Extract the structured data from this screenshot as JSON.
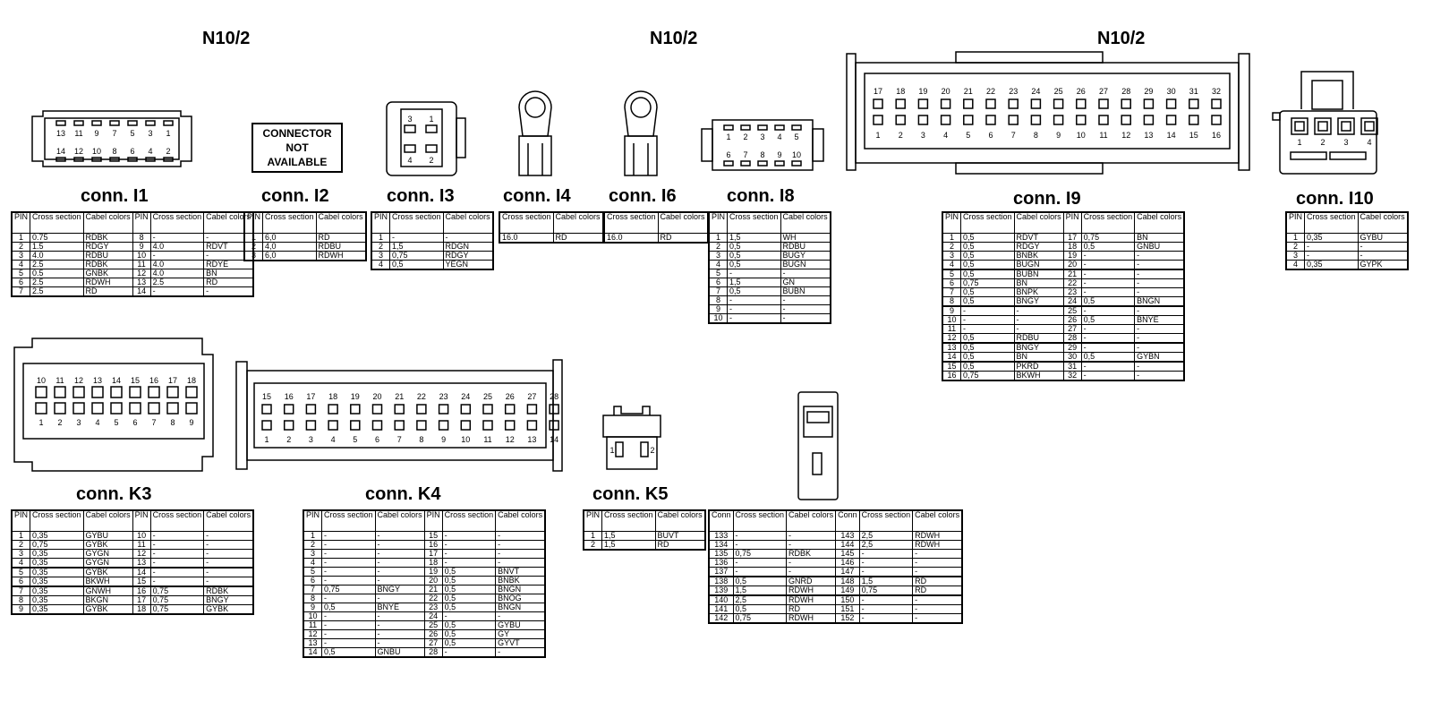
{
  "headers": [
    "N10/2",
    "N10/2",
    "N10/2"
  ],
  "not_available": {
    "line1": "CONNECTOR",
    "line2": "NOT",
    "line3": "AVAILABLE"
  },
  "colhead": {
    "pin": "PIN",
    "conn": "Conn",
    "cross": "Cross section",
    "cabel": "Cabel colors"
  },
  "connectors": {
    "I1": {
      "name": "conn. I1",
      "pins_top": [
        "13",
        "11",
        "9",
        "7",
        "5",
        "3",
        "1"
      ],
      "pins_bottom": [
        "14",
        "12",
        "10",
        "8",
        "6",
        "4",
        "2"
      ],
      "rows": [
        [
          "1",
          "0.75",
          "RDBK",
          "8",
          "-",
          "-"
        ],
        [
          "2",
          "1.5",
          "RDGY",
          "9",
          "4.0",
          "RDVT"
        ],
        [
          "3",
          "4.0",
          "RDBU",
          "10",
          "-",
          "-"
        ],
        [
          "4",
          "2.5",
          "RDBK",
          "11",
          "4.0",
          "RDYE"
        ],
        [
          "5",
          "0.5",
          "GNBK",
          "12",
          "4.0",
          "BN"
        ],
        [
          "6",
          "2.5",
          "RDWH",
          "13",
          "2.5",
          "RD"
        ],
        [
          "7",
          "2.5",
          "RD",
          "14",
          "-",
          "-"
        ]
      ]
    },
    "I2": {
      "name": "conn. I2",
      "rows": [
        [
          "1",
          "6,0",
          "RD"
        ],
        [
          "2",
          "4,0",
          "RDBU"
        ],
        [
          "3",
          "6,0",
          "RDWH"
        ]
      ]
    },
    "I3": {
      "name": "conn. I3",
      "pins": [
        "3",
        "1",
        "4",
        "2"
      ],
      "rows": [
        [
          "1",
          "-",
          "-"
        ],
        [
          "2",
          "1,5",
          "RDGN"
        ],
        [
          "3",
          "0,75",
          "RDGY"
        ],
        [
          "4",
          "0,5",
          "YEGN"
        ]
      ]
    },
    "I4": {
      "name": "conn. I4",
      "rows": [
        [
          "16.0",
          "RD"
        ]
      ]
    },
    "I6": {
      "name": "conn. I6",
      "rows": [
        [
          "16.0",
          "RD"
        ]
      ]
    },
    "I8": {
      "name": "conn. I8",
      "pins_top": [
        "1",
        "2",
        "3",
        "4",
        "5"
      ],
      "pins_bottom": [
        "6",
        "7",
        "8",
        "9",
        "10"
      ],
      "rows": [
        [
          "1",
          "1,5",
          "WH"
        ],
        [
          "2",
          "0,5",
          "RDBU"
        ],
        [
          "3",
          "0,5",
          "BUGY"
        ],
        [
          "4",
          "0,5",
          "BUGN"
        ],
        [
          "5",
          "-",
          "-"
        ],
        [
          "6",
          "1,5",
          "GN"
        ],
        [
          "7",
          "0,5",
          "BUBN"
        ],
        [
          "8",
          "-",
          "-"
        ],
        [
          "9",
          "-",
          "-"
        ],
        [
          "10",
          "-",
          "-"
        ]
      ]
    },
    "I9": {
      "name": "conn. I9",
      "pins_top": [
        "17",
        "18",
        "19",
        "20",
        "21",
        "22",
        "23",
        "24",
        "25",
        "26",
        "27",
        "28",
        "29",
        "30",
        "31",
        "32"
      ],
      "pins_bottom": [
        "1",
        "2",
        "3",
        "4",
        "5",
        "6",
        "7",
        "8",
        "9",
        "10",
        "11",
        "12",
        "13",
        "14",
        "15",
        "16"
      ],
      "rows": [
        [
          "1",
          "0,5",
          "RDVT",
          "17",
          "0,75",
          "BN"
        ],
        [
          "2",
          "0,5",
          "RDGY",
          "18",
          "0,5",
          "GNBU"
        ],
        [
          "3",
          "0,5",
          "BNBK",
          "19",
          "-",
          "-"
        ],
        [
          "4",
          "0,5",
          "BUGN",
          "20",
          "-",
          "-"
        ],
        [
          "5",
          "0,5",
          "BUBN",
          "21",
          "-",
          "-"
        ],
        [
          "6",
          "0,75",
          "BN",
          "22",
          "-",
          "-"
        ],
        [
          "7",
          "0,5",
          "BNPK",
          "23",
          "-",
          "-"
        ],
        [
          "8",
          "0,5",
          "BNGY",
          "24",
          "0,5",
          "BNGN"
        ],
        [
          "9",
          "-",
          "-",
          "25",
          "-",
          "-"
        ],
        [
          "10",
          "-",
          "-",
          "26",
          "0,5",
          "BNYE"
        ],
        [
          "11",
          "-",
          "-",
          "27",
          "-",
          "-"
        ],
        [
          "12",
          "0,5",
          "RDBU",
          "28",
          "-",
          "-"
        ],
        [
          "13",
          "0,5",
          "BNGY",
          "29",
          "-",
          "-"
        ],
        [
          "14",
          "0,5",
          "BN",
          "30",
          "0,5",
          "GYBN"
        ],
        [
          "15",
          "0,5",
          "PKRD",
          "31",
          "-",
          "-"
        ],
        [
          "16",
          "0,75",
          "BKWH",
          "32",
          "-",
          "-"
        ]
      ]
    },
    "I10": {
      "name": "conn. I10",
      "pins": [
        "1",
        "2",
        "3",
        "4"
      ],
      "rows": [
        [
          "1",
          "0,35",
          "GYBU"
        ],
        [
          "2",
          "-",
          "-"
        ],
        [
          "3",
          "-",
          "-"
        ],
        [
          "4",
          "0,35",
          "GYPK"
        ]
      ]
    },
    "K3": {
      "name": "conn. K3",
      "pins_top": [
        "10",
        "11",
        "12",
        "13",
        "14",
        "15",
        "16",
        "17",
        "18"
      ],
      "pins_bottom": [
        "1",
        "2",
        "3",
        "4",
        "5",
        "6",
        "7",
        "8",
        "9"
      ],
      "rows": [
        [
          "1",
          "0,35",
          "GYBU",
          "10",
          "-",
          "-"
        ],
        [
          "2",
          "0,75",
          "GYBK",
          "11",
          "-",
          "-"
        ],
        [
          "3",
          "0,35",
          "GYGN",
          "12",
          "-",
          "-"
        ],
        [
          "4",
          "0,35",
          "GYGN",
          "13",
          "-",
          "-"
        ],
        [
          "5",
          "0,35",
          "GYBK",
          "14",
          "-",
          "-"
        ],
        [
          "6",
          "0,35",
          "BKWH",
          "15",
          "-",
          "-"
        ],
        [
          "7",
          "0,35",
          "GNWH",
          "16",
          "0,75",
          "RDBK"
        ],
        [
          "8",
          "0,35",
          "BKGN",
          "17",
          "0,75",
          "BNGY"
        ],
        [
          "9",
          "0,35",
          "GYBK",
          "18",
          "0,75",
          "GYBK"
        ]
      ]
    },
    "K4": {
      "name": "conn. K4",
      "pins_top": [
        "15",
        "16",
        "17",
        "18",
        "19",
        "20",
        "21",
        "22",
        "23",
        "24",
        "25",
        "26",
        "27",
        "28"
      ],
      "pins_bottom": [
        "1",
        "2",
        "3",
        "4",
        "5",
        "6",
        "7",
        "8",
        "9",
        "10",
        "11",
        "12",
        "13",
        "14"
      ],
      "rows": [
        [
          "1",
          "-",
          "-",
          "15",
          "-",
          "-"
        ],
        [
          "2",
          "-",
          "-",
          "16",
          "-",
          "-"
        ],
        [
          "3",
          "-",
          "-",
          "17",
          "-",
          "-"
        ],
        [
          "4",
          "-",
          "-",
          "18",
          "-",
          "-"
        ],
        [
          "5",
          "-",
          "-",
          "19",
          "0,5",
          "BNVT"
        ],
        [
          "6",
          "-",
          "-",
          "20",
          "0,5",
          "BNBK"
        ],
        [
          "7",
          "0,75",
          "BNGY",
          "21",
          "0,5",
          "BNGN"
        ],
        [
          "8",
          "-",
          "-",
          "22",
          "0,5",
          "BNOG"
        ],
        [
          "9",
          "0,5",
          "BNYE",
          "23",
          "0,5",
          "BNGN"
        ],
        [
          "10",
          "-",
          "-",
          "24",
          "-",
          "-"
        ],
        [
          "11",
          "-",
          "-",
          "25",
          "0,5",
          "GYBU"
        ],
        [
          "12",
          "-",
          "-",
          "26",
          "0,5",
          "GY"
        ],
        [
          "13",
          "-",
          "-",
          "27",
          "0,5",
          "GYVT"
        ],
        [
          "14",
          "0,5",
          "GNBU",
          "28",
          "-",
          "-"
        ]
      ]
    },
    "K5": {
      "name": "conn. K5",
      "pins": [
        "1",
        "2"
      ],
      "rows": [
        [
          "1",
          "1,5",
          "BUVT"
        ],
        [
          "2",
          "1,5",
          "RD"
        ]
      ]
    },
    "X": {
      "rows": [
        [
          "133",
          "-",
          "-",
          "143",
          "2,5",
          "RDWH"
        ],
        [
          "134",
          "-",
          "-",
          "144",
          "2,5",
          "RDWH"
        ],
        [
          "135",
          "0,75",
          "RDBK",
          "145",
          "-",
          "-"
        ],
        [
          "136",
          "-",
          "-",
          "146",
          "-",
          "-"
        ],
        [
          "137",
          "-",
          "-",
          "147",
          "-",
          "-"
        ],
        [
          "138",
          "0,5",
          "GNRD",
          "148",
          "1,5",
          "RD"
        ],
        [
          "139",
          "1,5",
          "RDWH",
          "149",
          "0,75",
          "RD"
        ],
        [
          "140",
          "2,5",
          "RDWH",
          "150",
          "-",
          "-"
        ],
        [
          "141",
          "0,5",
          "RD",
          "151",
          "-",
          "-"
        ],
        [
          "142",
          "0,75",
          "RDWH",
          "152",
          "-",
          "-"
        ]
      ]
    }
  }
}
